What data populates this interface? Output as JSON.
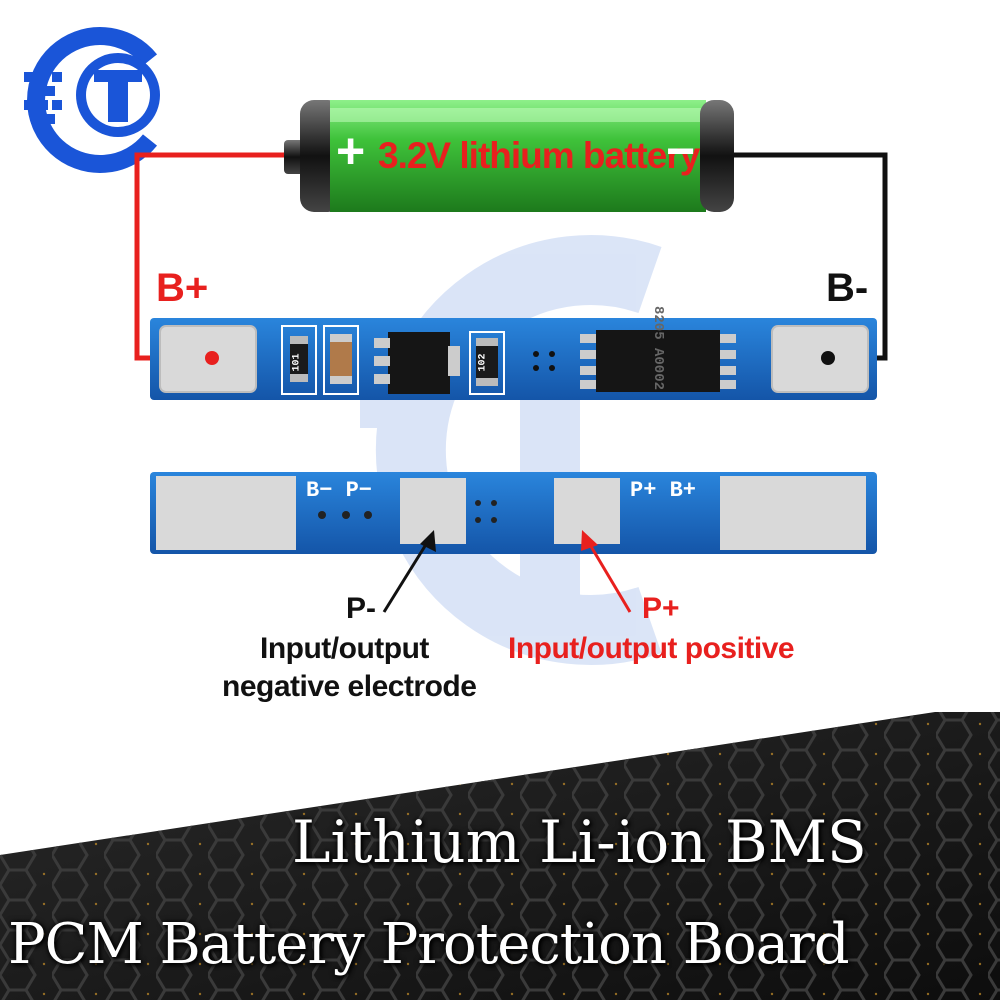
{
  "battery": {
    "label": "3.2V lithium battery",
    "plus": "+",
    "minus": "−"
  },
  "terminals": {
    "b_plus": "B+",
    "b_minus": "B-"
  },
  "board_top": {
    "r1": "101",
    "r2": "102",
    "ic": "8205 A0002"
  },
  "board_bottom": {
    "silk_left": "B− P−",
    "silk_right": "P+ B+"
  },
  "callouts": {
    "p_minus": {
      "label": "P-",
      "line1": "Input/output",
      "line2": "negative electrode"
    },
    "p_plus": {
      "label": "P+",
      "line1": "Input/output positive"
    }
  },
  "banner": {
    "line1": "Lithium Li-ion BMS",
    "line2": "PCM Battery Protection Board"
  },
  "colors": {
    "wire_red": "#e8201e",
    "wire_black": "#111111",
    "battery_green": "#3fc23a",
    "pcb_blue": "#1e6fc4",
    "pad": "#d9d9d9"
  }
}
